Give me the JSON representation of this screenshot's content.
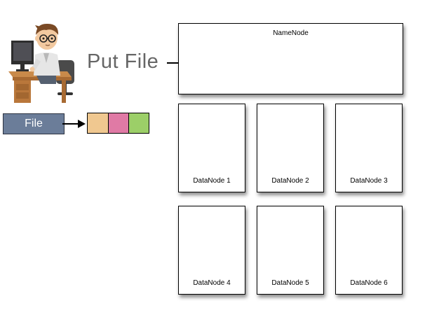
{
  "action": {
    "label": "Put File"
  },
  "file": {
    "label": "File"
  },
  "blocks": [
    {
      "color": "#f0c890"
    },
    {
      "color": "#e07aa5"
    },
    {
      "color": "#9ccf68"
    }
  ],
  "namenode": {
    "label": "NameNode"
  },
  "datanodes": [
    {
      "label": "DataNode 1"
    },
    {
      "label": "DataNode 2"
    },
    {
      "label": "DataNode 3"
    },
    {
      "label": "DataNode 4"
    },
    {
      "label": "DataNode 5"
    },
    {
      "label": "DataNode 6"
    }
  ],
  "icons": [
    "developer-at-desk-illustration",
    "arrow-right-icon"
  ]
}
